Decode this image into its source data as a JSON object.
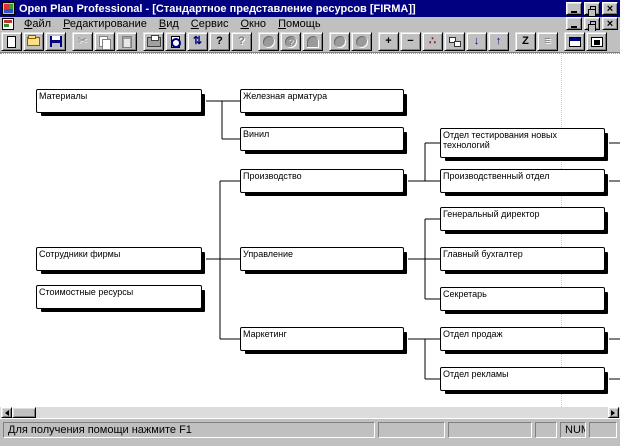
{
  "window": {
    "title": "Open Plan Professional - [Стандартное представление ресурсов [FIRMA]]"
  },
  "menu": {
    "items": [
      {
        "label": "Файл"
      },
      {
        "label": "Редактирование"
      },
      {
        "label": "Вид"
      },
      {
        "label": "Сервис"
      },
      {
        "label": "Окно"
      },
      {
        "label": "Помощь"
      }
    ]
  },
  "toolbar": {
    "buttons": [
      {
        "icon": "new-file-icon",
        "glyph": "",
        "enabled": true
      },
      {
        "icon": "open-folder-icon",
        "glyph": "",
        "enabled": true
      },
      {
        "icon": "save-icon",
        "glyph": "",
        "enabled": true
      },
      {
        "icon": "cut-icon",
        "glyph": "✂",
        "enabled": false
      },
      {
        "icon": "copy-icon",
        "glyph": "",
        "enabled": false
      },
      {
        "icon": "paste-icon",
        "glyph": "",
        "enabled": false
      },
      {
        "icon": "print-icon",
        "glyph": "",
        "enabled": true
      },
      {
        "icon": "print-preview-icon",
        "glyph": "",
        "enabled": true
      },
      {
        "icon": "exchange-icon",
        "glyph": "⇅",
        "enabled": true
      },
      {
        "icon": "help-icon",
        "glyph": "?",
        "enabled": true
      },
      {
        "icon": "context-help-icon",
        "glyph": "?",
        "enabled": false
      },
      {
        "icon": "circle-tool-icon",
        "glyph": "",
        "enabled": false
      },
      {
        "icon": "circle-resource-icon",
        "glyph": "",
        "enabled": false
      },
      {
        "icon": "arch-tool-icon",
        "glyph": "",
        "enabled": false
      },
      {
        "icon": "circle-tool-2-icon",
        "glyph": "",
        "enabled": false
      },
      {
        "icon": "circle-tool-3-icon",
        "glyph": "",
        "enabled": false
      },
      {
        "icon": "add-node-icon",
        "glyph": "+",
        "enabled": true
      },
      {
        "icon": "remove-node-icon",
        "glyph": "−",
        "enabled": true
      },
      {
        "icon": "link-nodes-icon",
        "glyph": "∴",
        "enabled": true
      },
      {
        "icon": "org-step-icon",
        "glyph": "",
        "enabled": true
      },
      {
        "icon": "move-down-icon",
        "glyph": "↓",
        "enabled": true
      },
      {
        "icon": "move-up-icon",
        "glyph": "↑",
        "enabled": true
      },
      {
        "icon": "zoom-z-icon",
        "glyph": "Z",
        "enabled": true
      },
      {
        "icon": "notes-icon",
        "glyph": "≡",
        "enabled": false
      },
      {
        "icon": "window-split-icon",
        "glyph": "",
        "enabled": true
      },
      {
        "icon": "window-new-icon",
        "glyph": "",
        "enabled": true
      }
    ]
  },
  "tree": {
    "nodes": [
      {
        "label": "Материалы"
      },
      {
        "label": "Железная арматура"
      },
      {
        "label": "Винил"
      },
      {
        "label": "Отдел тестирования новых технологий"
      },
      {
        "label": "Производство"
      },
      {
        "label": "Производственный отдел"
      },
      {
        "label": "Генеральный директор"
      },
      {
        "label": "Сотрудники фирмы"
      },
      {
        "label": "Управление"
      },
      {
        "label": "Главный бухгалтер"
      },
      {
        "label": "Стоимостные ресурсы"
      },
      {
        "label": "Секретарь"
      },
      {
        "label": "Маркетинг"
      },
      {
        "label": "Отдел продаж"
      },
      {
        "label": "Отдел рекламы"
      }
    ]
  },
  "statusbar": {
    "message": "Для получения помощи нажмите F1",
    "num_indicator": "NUM"
  },
  "colors": {
    "titlebar": "#000080",
    "chrome": "#c0c0c0",
    "canvas": "#ffffff"
  }
}
